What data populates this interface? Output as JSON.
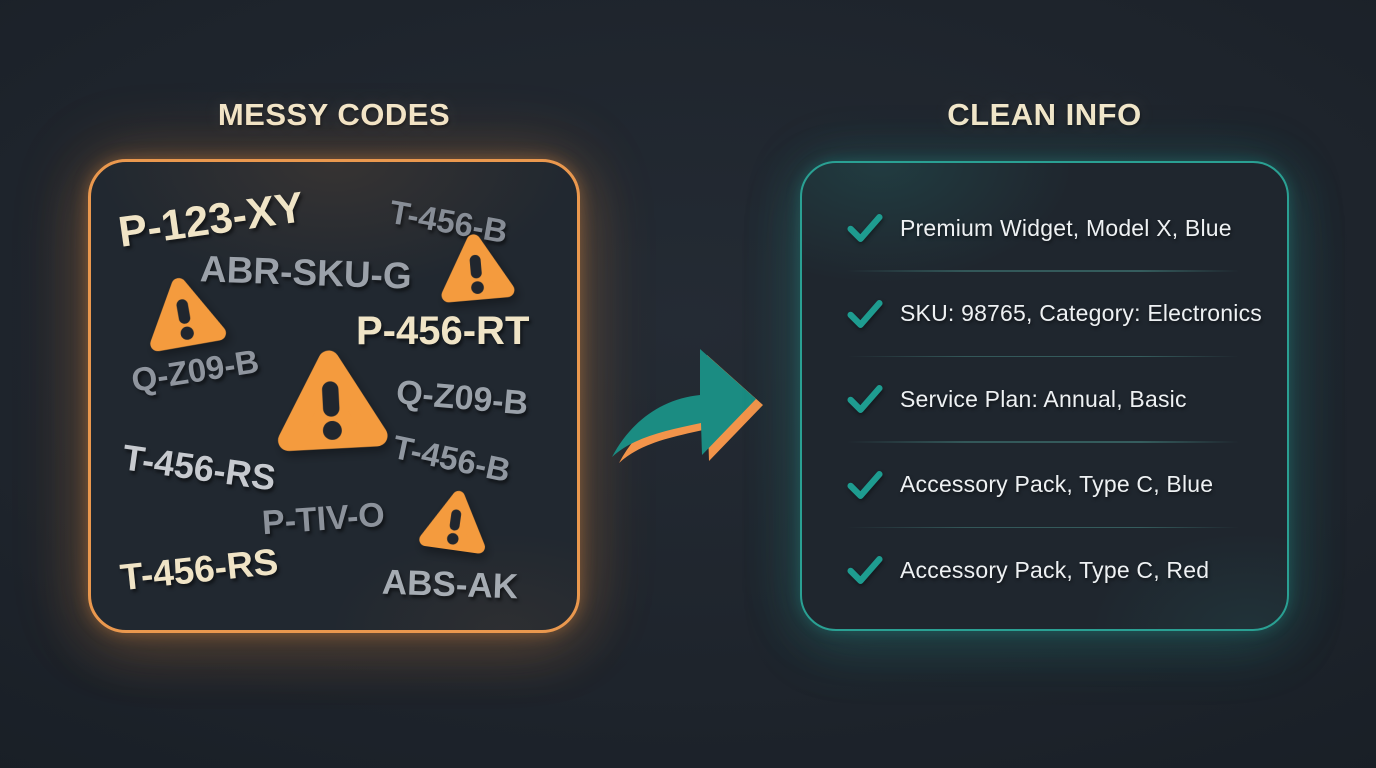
{
  "left_panel": {
    "title": "MESSY CODES",
    "codes": [
      "P-123-XY",
      "T-456-B",
      "ABR-SKU-G",
      "P-456-RT",
      "Q-Z09-B",
      "Q-Z09-B",
      "T-456-RS",
      "T-456-B",
      "P-TIV-O",
      "T-456-RS",
      "ABS-AK"
    ],
    "warning_icon": "warning-triangle"
  },
  "right_panel": {
    "title": "CLEAN INFO",
    "items": [
      "Premium Widget, Model X, Blue",
      "SKU: 98765, Category: Electronics",
      "Service Plan: Annual, Basic",
      "Accessory Pack, Type C, Blue",
      "Accessory Pack, Type C, Red"
    ],
    "check_icon": "checkmark"
  },
  "arrow_icon": "curved-arrow-right",
  "colors": {
    "background": "#1E242C",
    "accent_orange": "#F2994A",
    "accent_teal": "#1E9C90",
    "cream_text": "#F0E4C6",
    "gray_code_text": "#9AA1A9",
    "list_text": "#EEF1F3"
  }
}
